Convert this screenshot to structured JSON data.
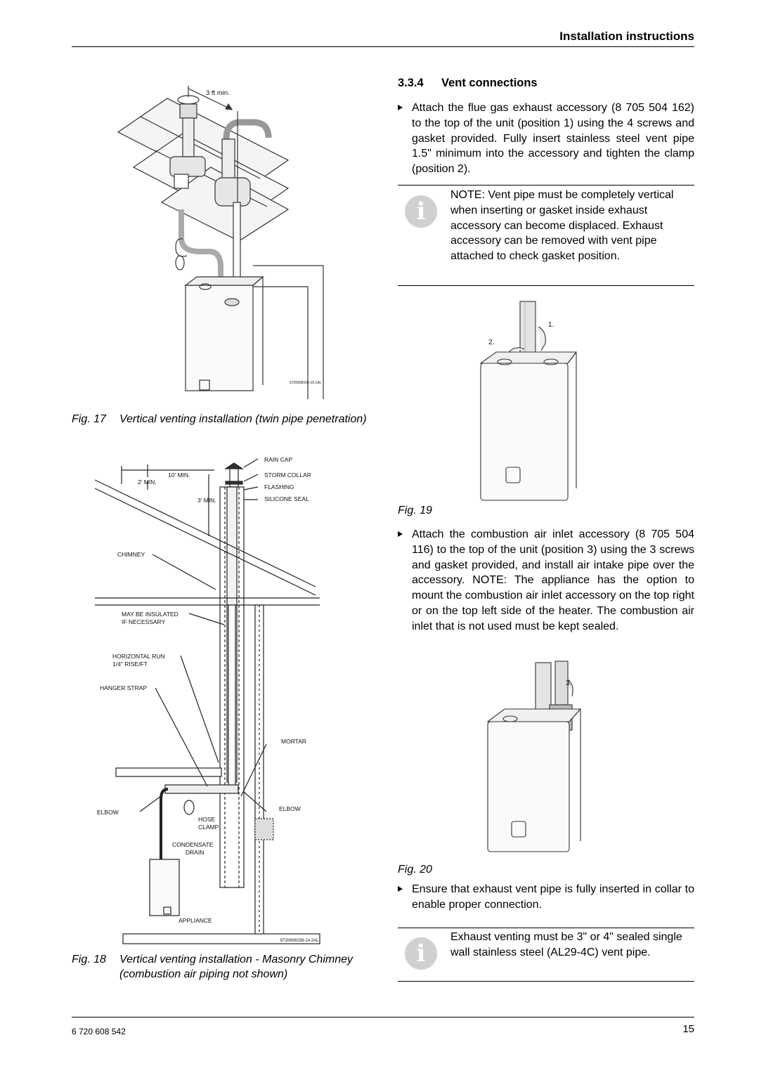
{
  "header": {
    "title": "Installation instructions"
  },
  "section": {
    "number": "3.3.4",
    "title": "Vent connections"
  },
  "steps": [
    "Attach the flue gas exhaust accessory (8 705 504 162) to the top of the unit (position 1) using the 4 screws and gasket provided. Fully insert stainless steel vent pipe 1.5\" minimum into the accessory and tighten the clamp (position 2).",
    "Attach the combustion air inlet accessory (8 705 504 116) to the top of the unit (position 3) using the 3 screws and gasket provided, and install air intake pipe over the accessory. NOTE: The appliance has the option to mount the combustion air inlet accessory on the top right or on the top left side of the heater. The combustion air inlet that is not used must be kept sealed.",
    "Ensure that exhaust vent pipe is fully inserted in collar to enable proper connection."
  ],
  "notes": [
    "NOTE: Vent pipe must be completely vertical when inserting or gasket inside exhaust accessory can become displaced. Exhaust accessory can be removed with vent pipe attached to check gasket position.",
    "Exhaust venting must be 3\" or 4\" sealed single wall stainless steel (AL29-4C) vent pipe."
  ],
  "note_icon": "info-icon",
  "figures": {
    "fig17": {
      "number": "Fig. 17",
      "caption": "Vertical venting installation (twin pipe penetration)",
      "labels": {
        "clearance": "3 ft min.",
        "code": "6720608158-10.1AL"
      }
    },
    "fig18": {
      "number": "Fig. 18",
      "caption": "Vertical venting installation - Masonry Chimney (combustion air piping not shown)",
      "labels": {
        "rain_cap": "RAIN CAP",
        "storm_collar": "STORM COLLAR",
        "flashing": "FLASHING",
        "silicone_seal": "SILICONE SEAL",
        "ten_min": "10' MIN.",
        "two_min": "2' MIN.",
        "three_min": "3' MIN.",
        "chimney": "CHIMNEY",
        "insulated_1": "MAY BE INSULATED",
        "insulated_2": "IF NECESSARY",
        "horizontal_1": "HORIZONTAL RUN",
        "horizontal_2": "1/4\" RISE/FT",
        "hanger": "HANGER STRAP",
        "mortar": "MORTAR",
        "elbow_left": "ELBOW",
        "elbow_right": "ELBOW",
        "hose_1": "HOSE",
        "hose_2": "CLAMP",
        "condensate_1": "CONDENSATE",
        "condensate_2": "DRAIN",
        "appliance": "APPLIANCE",
        "code": "6720608158-14.2AL"
      }
    },
    "fig19": {
      "number": "Fig. 19",
      "labels": {
        "pos1": "1.",
        "pos2": "2."
      }
    },
    "fig20": {
      "number": "Fig. 20",
      "labels": {
        "pos3": "3."
      }
    }
  },
  "footer": {
    "doc_number": "6 720 608 542",
    "page_number": "15"
  }
}
